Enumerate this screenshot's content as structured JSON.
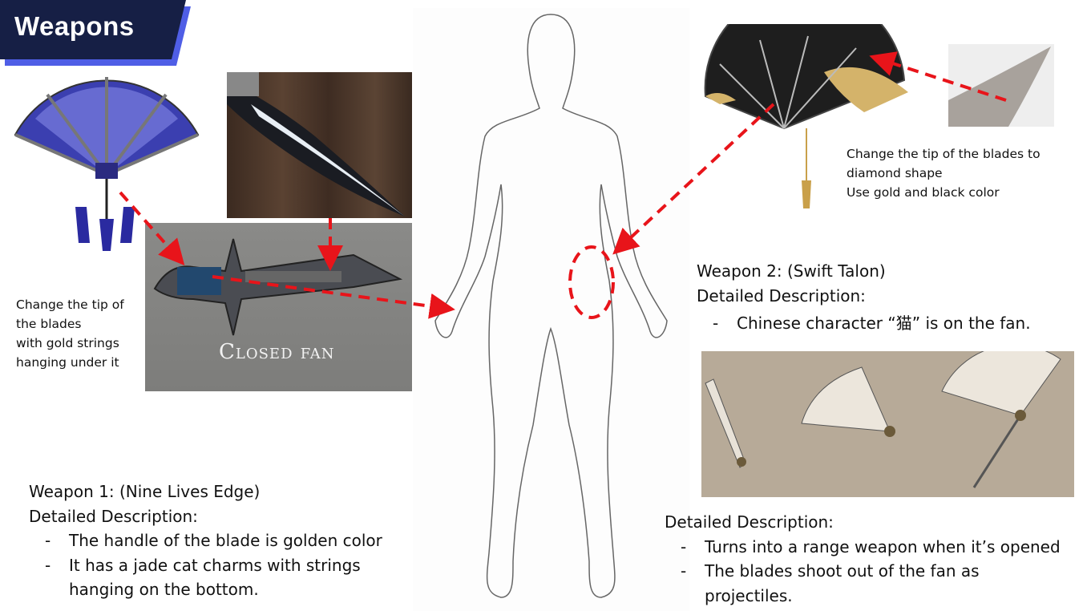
{
  "title": "Weapons",
  "images": {
    "closed_fan_caption": "Closed fan"
  },
  "left_note": [
    "Change the tip of",
    "the blades",
    "with gold strings",
    "hanging under it"
  ],
  "right_note": [
    "Change the tip of the blades to",
    "diamond shape",
    "Use gold and black color"
  ],
  "weapon1": {
    "heading": "Weapon 1: (Nine Lives Edge)",
    "subheading": "Detailed Description:",
    "bullets": [
      "The handle of the blade is golden color",
      "It has a jade cat charms with strings hanging on the bottom."
    ]
  },
  "weapon2": {
    "heading": "Weapon 2: (Swift Talon)",
    "subheading": "Detailed Description:",
    "bullets": [
      "Chinese character “猫” is on the fan."
    ]
  },
  "weapon2_extra": {
    "subheading": "Detailed Description:",
    "bullets": [
      "Turns into a range weapon when it’s opened",
      "The blades shoot out of the fan as projectiles."
    ]
  },
  "dash": "-",
  "colors": {
    "banner": "#161f45",
    "banner_accent": "#4f5ee6",
    "arrow": "#e8141a"
  }
}
